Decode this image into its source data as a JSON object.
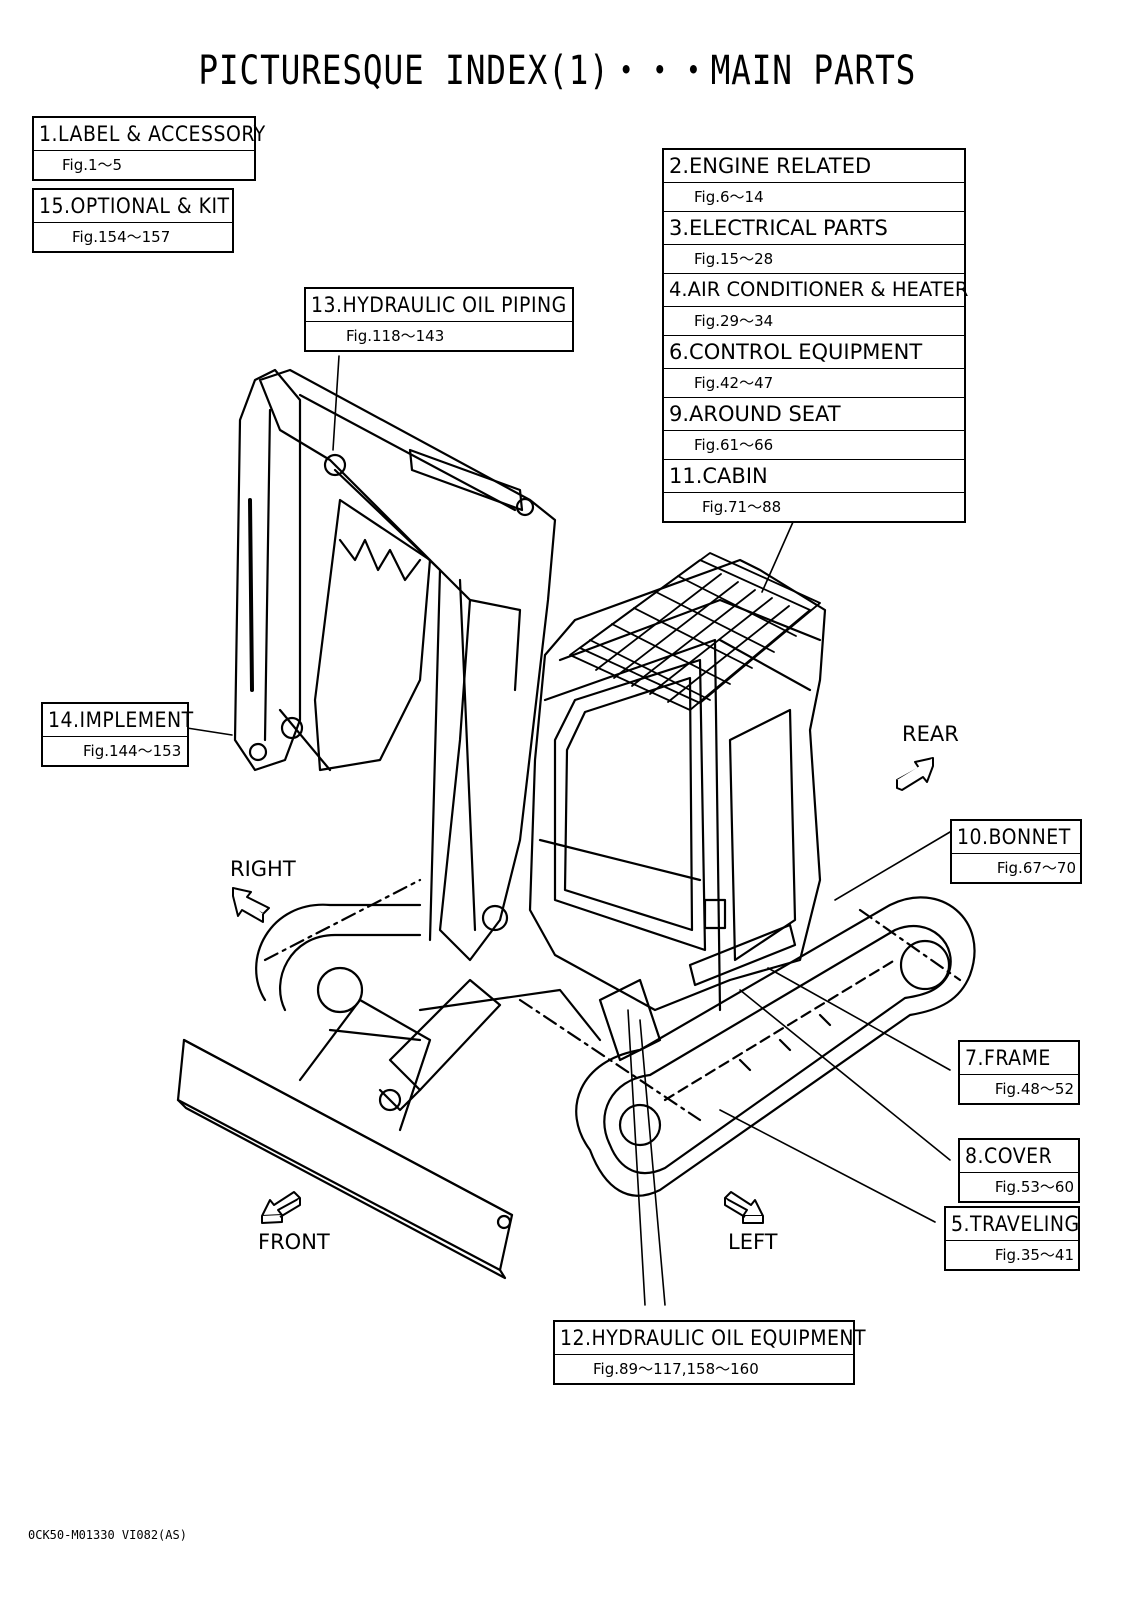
{
  "title": "PICTURESQUE INDEX(1)・・・MAIN PARTS",
  "boxes": {
    "label_accessory": {
      "name": "1.LABEL & ACCESSORY",
      "fig": "Fig.1～5"
    },
    "optional_kit": {
      "name": "15.OPTIONAL & KIT",
      "fig": "Fig.154～157"
    },
    "hydraulic_piping": {
      "name": "13.HYDRAULIC OIL PIPING",
      "fig": "Fig.118～143"
    },
    "implement": {
      "name": "14.IMPLEMENT",
      "fig": "Fig.144～153"
    },
    "bonnet": {
      "name": "10.BONNET",
      "fig": "Fig.67～70"
    },
    "frame": {
      "name": "7.FRAME",
      "fig": "Fig.48～52"
    },
    "cover": {
      "name": "8.COVER",
      "fig": "Fig.53～60"
    },
    "traveling": {
      "name": "5.TRAVELING",
      "fig": "Fig.35～41"
    },
    "hydraulic_equipment": {
      "name": "12.HYDRAULIC OIL EQUIPMENT",
      "fig": "Fig.89～117,158～160"
    }
  },
  "stack": [
    {
      "name": "2.ENGINE RELATED",
      "fig": "Fig.6～14"
    },
    {
      "name": "3.ELECTRICAL PARTS",
      "fig": "Fig.15～28"
    },
    {
      "name": "4.AIR CONDITIONER & HEATER",
      "fig": "Fig.29～34"
    },
    {
      "name": "6.CONTROL EQUIPMENT",
      "fig": "Fig.42～47"
    },
    {
      "name": "9.AROUND SEAT",
      "fig": "Fig.61～66"
    },
    {
      "name": "11.CABIN",
      "fig": "Fig.71～88"
    }
  ],
  "directions": {
    "rear": "REAR",
    "right": "RIGHT",
    "front": "FRONT",
    "left": "LEFT"
  },
  "doc_code": "0CK50-M01330 VI082(AS)"
}
